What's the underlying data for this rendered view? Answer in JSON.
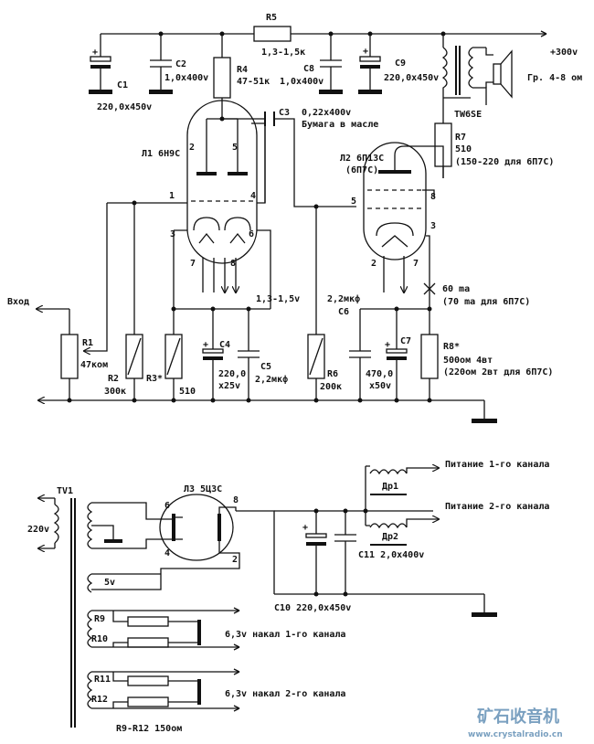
{
  "supply": {
    "plus_label": "+300v"
  },
  "r5": {
    "name": "R5",
    "value": "1,3-1,5к"
  },
  "c1": {
    "name": "C1",
    "value": "220,0x450v",
    "plus": "+"
  },
  "c2": {
    "name": "C2",
    "value": "1,0x400v"
  },
  "r4": {
    "name": "R4",
    "value": "47-51к"
  },
  "c8": {
    "name": "C8",
    "value": "1,0x400v"
  },
  "c9": {
    "name": "C9",
    "value": "220,0x450v",
    "plus": "+"
  },
  "speaker": {
    "label": "Гр. 4-8 ом"
  },
  "transformer_out": {
    "label": "TW6SE"
  },
  "c3": {
    "name": "C3",
    "value": "0,22x400v",
    "note": "Бумага в масле"
  },
  "tube1": {
    "name": "Л1 6Н9С",
    "pins": [
      "1",
      "2",
      "3",
      "4",
      "5",
      "6",
      "7",
      "8"
    ]
  },
  "tube2": {
    "name": "Л2 6П13С",
    "alt": "(6П7С)",
    "pins": [
      "2",
      "3",
      "5",
      "7",
      "8"
    ]
  },
  "r7": {
    "name": "R7",
    "value": "510",
    "note": "(150-220 для 6П7С)"
  },
  "current": {
    "value": "60 ma",
    "note": "(70 ma для 6П7С)"
  },
  "input": {
    "label": "Вход"
  },
  "r1": {
    "name": "R1",
    "value": "47ком"
  },
  "r2": {
    "name": "R2",
    "value": "300к"
  },
  "r3": {
    "name": "R3*",
    "value": "510"
  },
  "c4": {
    "name": "C4",
    "value": "220,0",
    "volt": "x25v",
    "plus": "+"
  },
  "c5": {
    "name": "C5",
    "value": "2,2мкф"
  },
  "bias1": {
    "label": "1,3-1,5v"
  },
  "r6": {
    "name": "R6",
    "value": "200к"
  },
  "c6": {
    "name": "C6",
    "value": "2,2мкф"
  },
  "c7": {
    "name": "C7",
    "value": "470,0",
    "volt": "x50v",
    "plus": "+"
  },
  "r8": {
    "name": "R8*",
    "value": "500ом 4вт",
    "note": "(220ом 2вт для 6П7С)"
  },
  "psu": {
    "tv1": "TV1",
    "mains": "220v",
    "rectifier": "Л3 5Ц3С",
    "rect_pins": [
      "6",
      "8",
      "4",
      "2"
    ],
    "v5": "5v",
    "c10": "C10 220,0x450v",
    "c11": "C11 2,0x400v",
    "dr1": "Др1",
    "dr2": "Др2",
    "out1": "Питание 1-го канала",
    "out2": "Питание 2-го канала",
    "r9": "R9",
    "r10": "R10",
    "r11": "R11",
    "r12": "R12",
    "heater1": "6,3v накал 1-го канала",
    "heater2": "6,3v накал 2-го канала",
    "r_note": "R9-R12 150ом",
    "plus": "+"
  },
  "watermark": {
    "cn": "矿石收音机",
    "url": "www.crystalradio.cn"
  }
}
